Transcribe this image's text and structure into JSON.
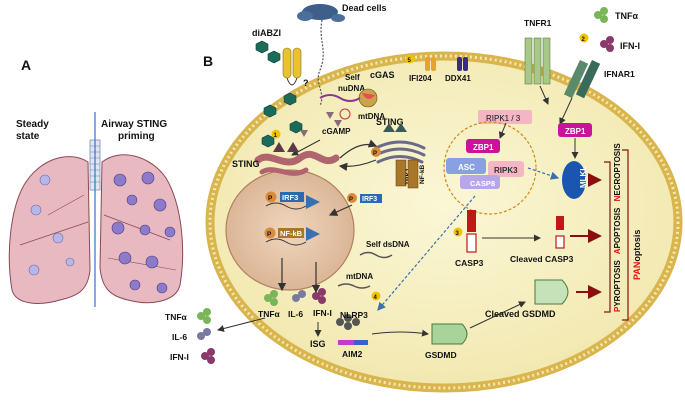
{
  "panel_a": {
    "letter": "A",
    "steady_state": [
      "Steady",
      "state"
    ],
    "sting_priming": [
      "Airway STING",
      "priming"
    ]
  },
  "panel_b": {
    "letter": "B",
    "labels": {
      "diabzi": "diABZI",
      "dead_cells": "Dead cells",
      "tnfr1": "TNFR1",
      "tnfa_top": "TNFα",
      "ifn_top": "IFN-I",
      "ifnar1": "IFNAR1",
      "question": "?",
      "self_nudna": [
        "Self",
        "nuDNA"
      ],
      "cgas": "cGAS",
      "mtdna_top": "mtDNA",
      "cgamp": "cGAMP",
      "ifi204": "IFI204",
      "ddx41": "DDX41",
      "sting_er": "STING",
      "sting_golgi": "STING",
      "tbk1": "TBK1",
      "nfkb_golgi": "NF-kB",
      "irf3_golgi": "IRF3",
      "irf3_nucleus": "IRF3",
      "nfkb_nucleus": "NF-kB",
      "tnfa_out": "TNFα",
      "il6_out": "IL-6",
      "ifn_out": "IFN-I",
      "isg": "ISG",
      "self_dsdna": "Self dsDNA",
      "mtdna_mid": "mtDNA",
      "nlrp3": "NLRP3",
      "aim2": "AIM2",
      "gsdmd": "GSDMD",
      "cleaved_gsdmd": "Cleaved GSDMD",
      "ripk13": "RIPK1 / 3",
      "zbp1_mid": "ZBP1",
      "zbp1_right": "ZBP1",
      "asc": "ASC",
      "ripk3": "RIPK3",
      "casp8": "CASP8",
      "mlkl": "MLKL",
      "casp3": "CASP3",
      "cleaved_casp3": "Cleaved CASP3",
      "extra_tnfa": "TNFα",
      "extra_il6": "IL-6",
      "extra_ifn": "IFN-I",
      "phospho": "P"
    },
    "numbers": [
      "1",
      "2",
      "3",
      "4",
      "5"
    ],
    "death_labels": {
      "pyroptosis_initial": "P",
      "pyroptosis_rest": "YROPTOSIS",
      "apoptosis_initial": "A",
      "apoptosis_rest": "POPTOSIS",
      "necroptosis_initial": "N",
      "necroptosis_rest": "ECROPTOSIS",
      "pan_initial": "PAN",
      "pan_rest": "optosis"
    },
    "colors": {
      "cell_fill": "#f6f1c2",
      "membrane": "#e8c96a",
      "nucleus": "#e3c6a8",
      "sting": "#5a3a44",
      "zbp1": "#c8139b",
      "mlkl": "#1a56b0",
      "casp3": "#c01818",
      "gsdmd": "#a8d49b",
      "pan_red": "#e01010",
      "lung": "#e6b6bd"
    }
  }
}
